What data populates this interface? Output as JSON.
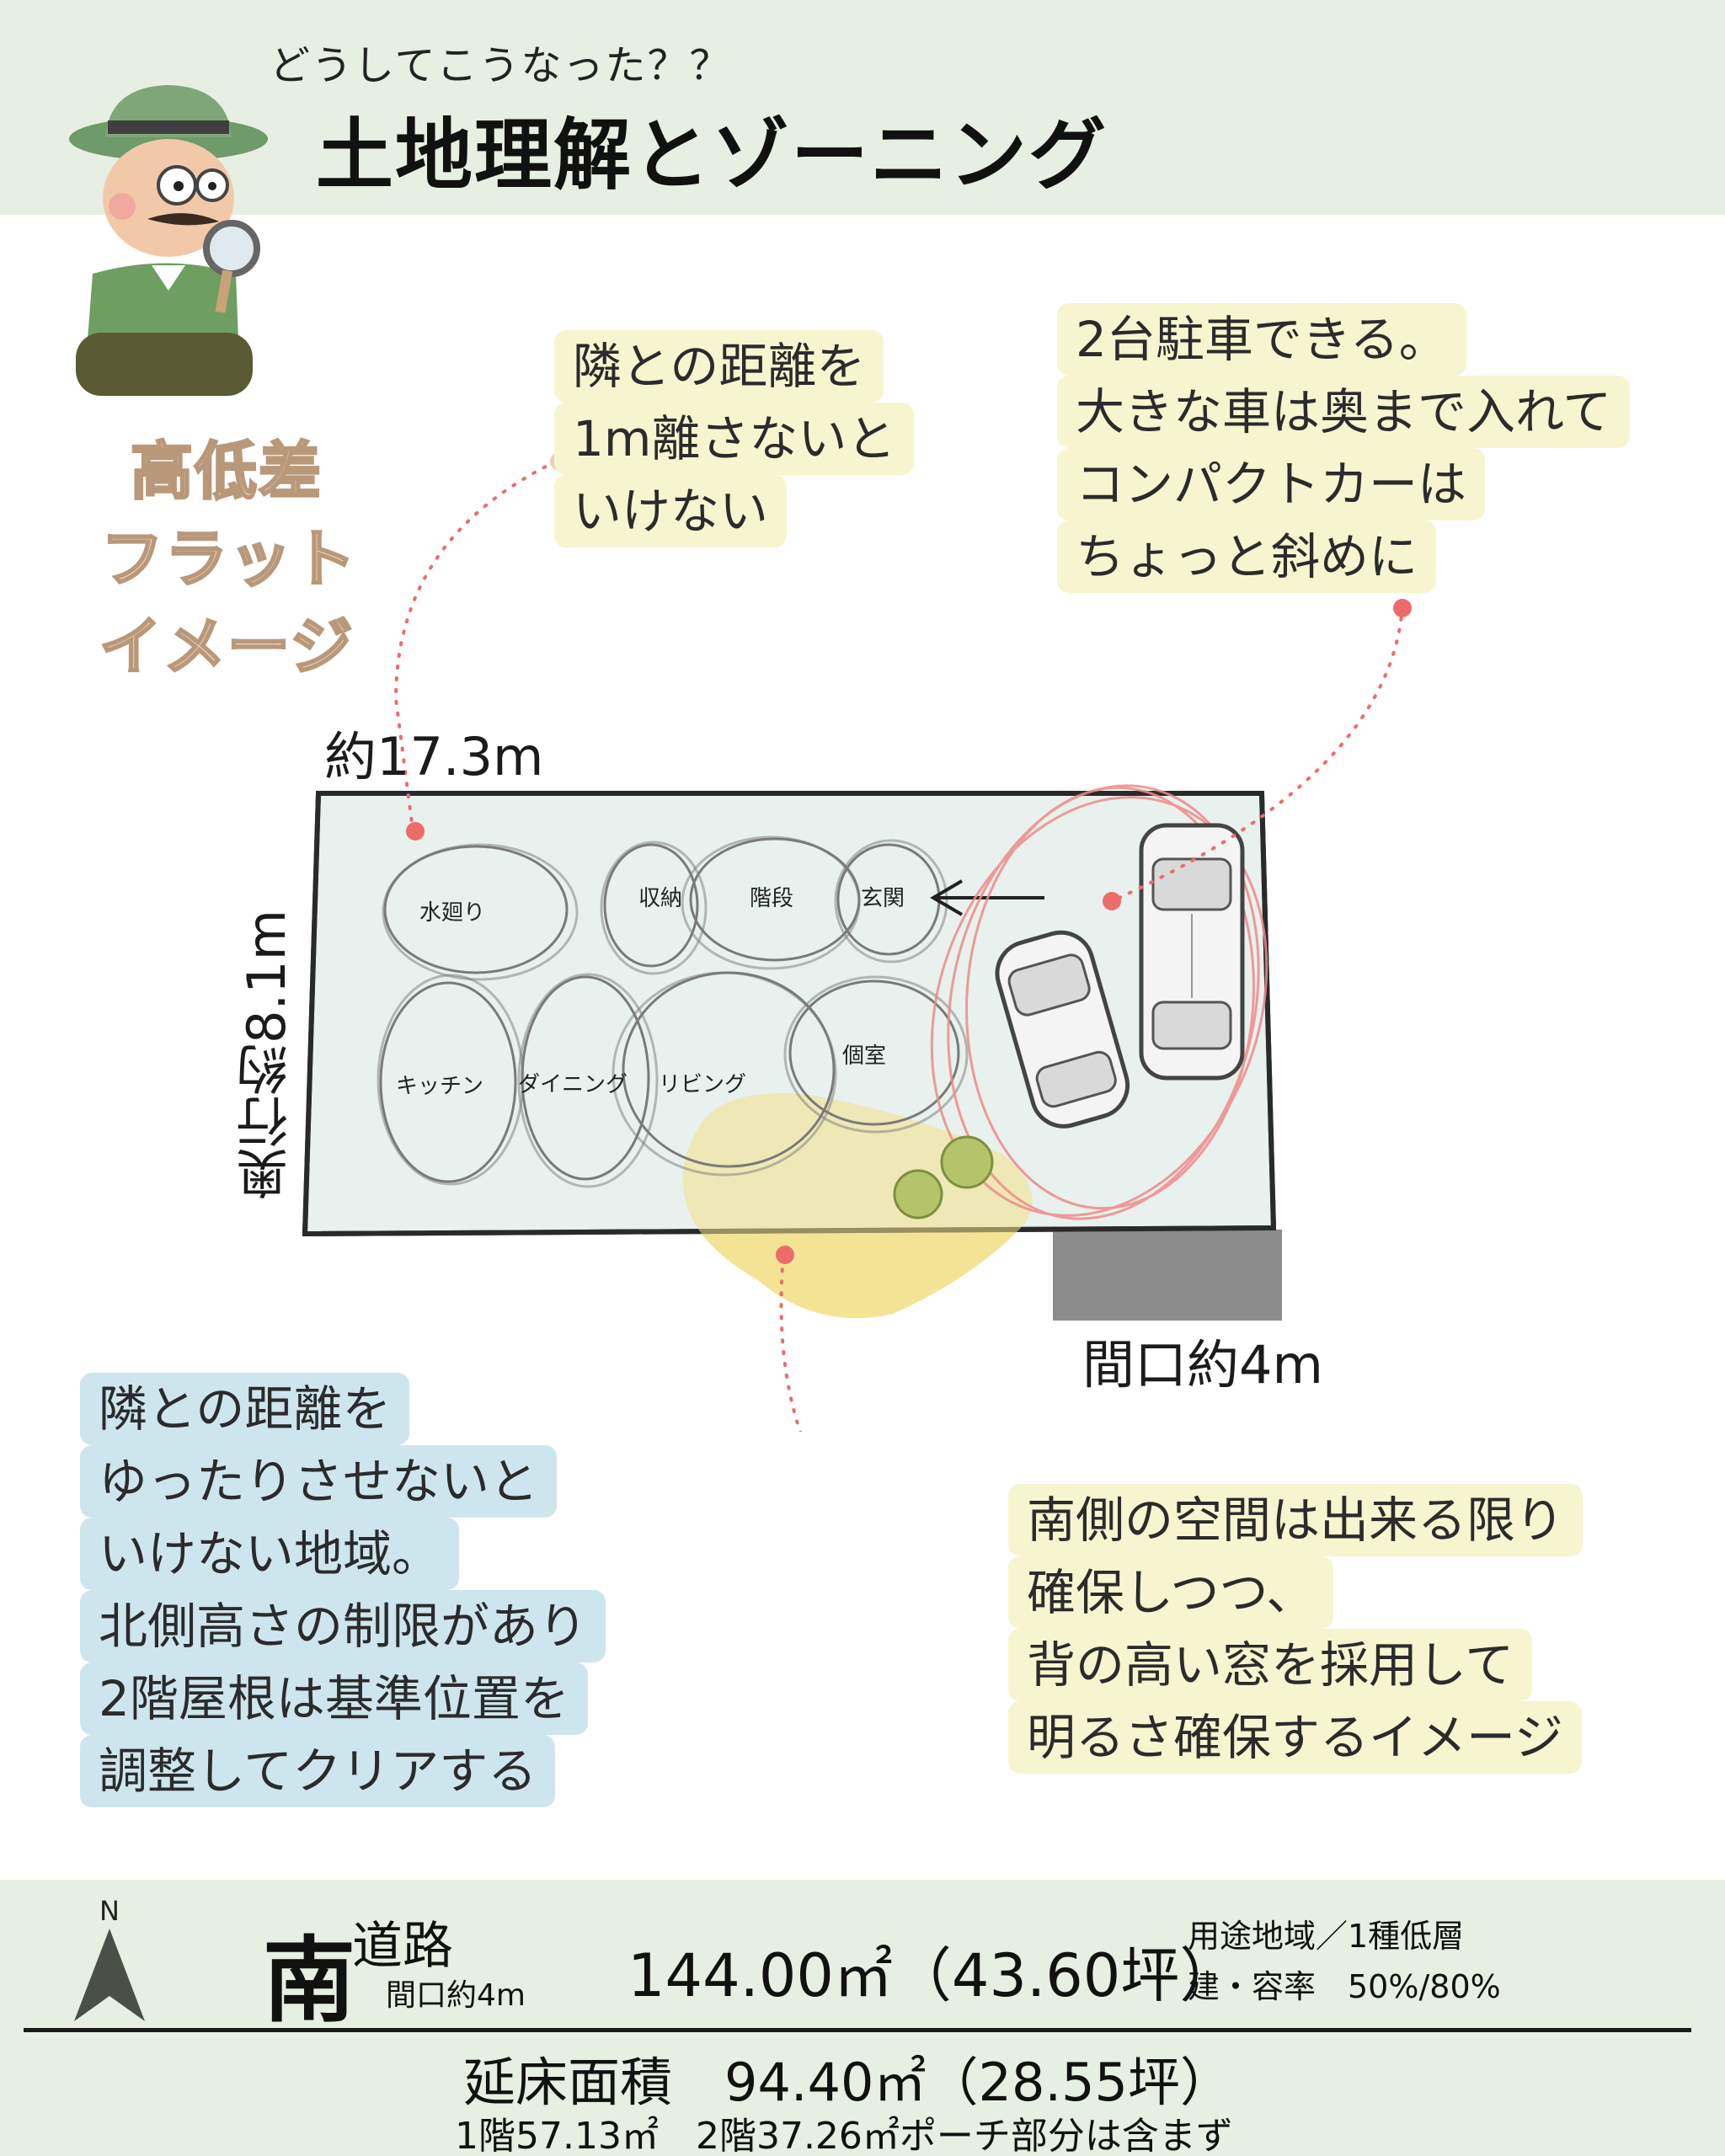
{
  "header": {
    "subtitle": "どうしてこうなった？？",
    "title": "土地理解とゾーニング"
  },
  "side_labels": [
    "高低差",
    "フラット",
    "イメージ"
  ],
  "notes": {
    "neighbor_distance": [
      "隣との距離を",
      "1m離さないと",
      "いけない"
    ],
    "parking": [
      "2台駐車できる。",
      "大きな車は奥まで入れて",
      "コンパクトカーは",
      "ちょっと斜めに"
    ],
    "zoning_area": [
      "隣との距離を",
      "ゆったりさせないと",
      "いけない地域。",
      "北側高さの制限があり",
      "2階屋根は基準位置を",
      "調整してクリアする"
    ],
    "south_space": [
      "南側の空間は出来る限り",
      "確保しつつ、",
      "背の高い窓を採用して",
      "明るさ確保するイメージ"
    ]
  },
  "dimensions": {
    "width": "約17.3m",
    "depth": "奥行約8.1m",
    "frontage": "間口約4m"
  },
  "rooms": {
    "water": "水廻り",
    "storage": "収納",
    "stairs": "階段",
    "entrance": "玄関",
    "kitchen": "キッチン",
    "dining": "ダイニング",
    "living": "リビング",
    "private": "個室"
  },
  "footer": {
    "north": "N",
    "direction": "南",
    "road": "道路",
    "frontage": "間口約4m",
    "site_area": "144.00㎡（43.60坪）",
    "zoning": "用途地域／1種低層",
    "ratio": "建・容率　50%/80%",
    "floor_area": "延床面積　94.40㎡（28.55坪）",
    "breakdown": "1階57.13㎡　2階37.26㎡ポーチ部分は含まず"
  },
  "colors": {
    "header_bg": "#e6efe2",
    "note_yellow": "#f6f5cf",
    "note_blue": "#cde6ee",
    "site_fill": "#e8f1ee",
    "accent_red": "#ee6b6b",
    "sun_yellow": "#f3e08a"
  }
}
